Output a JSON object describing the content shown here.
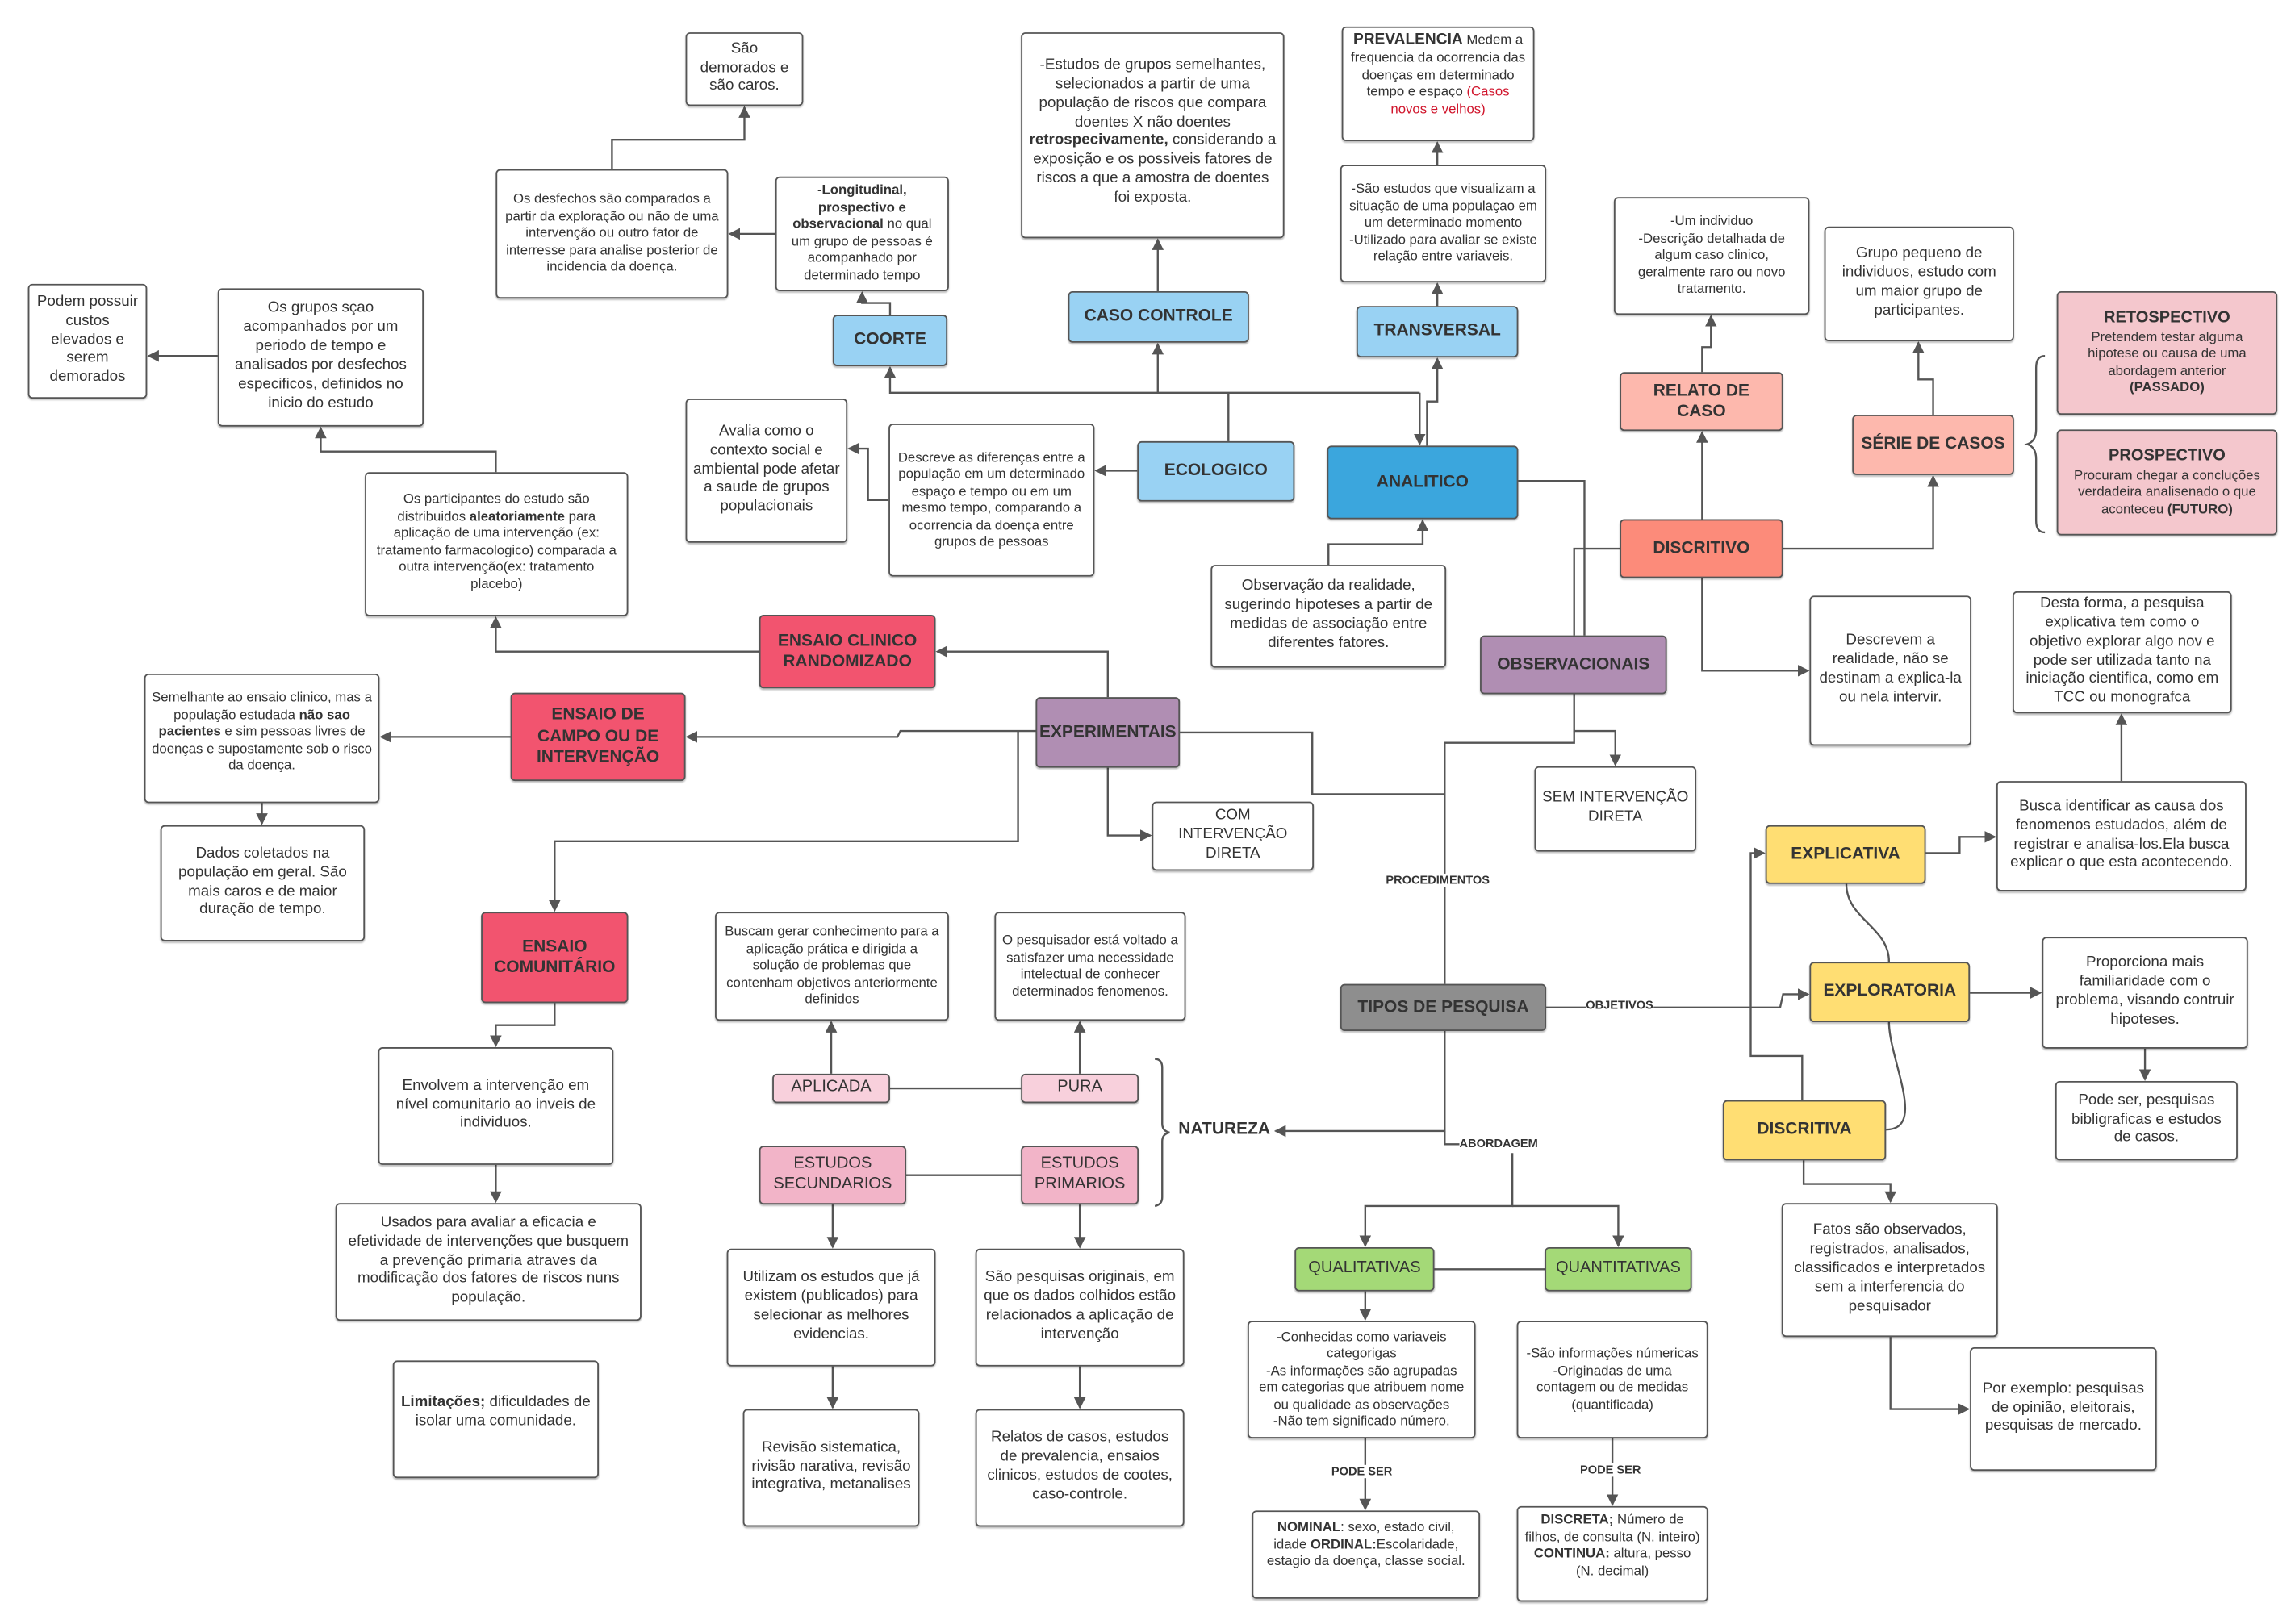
{
  "colors": {
    "analitico": "#3ba6dd",
    "coorte": "#99d2f3",
    "discritivo": "#fc8b7a",
    "experimentais": "#b08eb3",
    "ensaio": "#f2546f",
    "objetivos": "#ffde73",
    "abordagem": "#a4d977",
    "tipos": "#8e8e8e"
  },
  "central": {
    "title": "TIPOS DE PESQUISA"
  },
  "labels": {
    "procedimentos": "PROCEDIMENTOS",
    "objetivos": "OBJETIVOS",
    "natureza": "NATUREZA",
    "abordagem": "ABORDAGEM",
    "pode_ser_1": "PODE SER",
    "pode_ser_2": "PODE SER"
  },
  "analitico": {
    "title": "ANALITICO",
    "observacao": "Observação da realidade, sugerindo hipoteses a partir de medidas de associação entre diferentes fatores.",
    "coorte": {
      "title": "COORTE",
      "desc_bold": "-Longitudinal, prospectivo e observacional",
      "desc_rest": " no qual um grupo de pessoas é acompanhado por determinado tempo",
      "desfechos": "Os desfechos são comparados a partir da exploração ou não de uma intervenção ou outro fator de interresse para analise posterior de incidencia da doença.",
      "demorados": "São demorados e são caros."
    },
    "caso_controle": {
      "title": "CASO CONTROLE",
      "desc_a": "-Estudos de grupos semelhantes, selecionados a partir de uma população de riscos que compara doentes X não doentes ",
      "desc_bold": "retrospecivamente,",
      "desc_b": " considerando a exposição e os possiveis fatores de riscos a que a amostra de doentes foi exposta."
    },
    "transversal": {
      "title": "TRANSVERSAL",
      "desc": "-São estudos que visualizam a situação de uma populaçao em um determinado momento\n-Utilizado para avaliar se existe relação entre variaveis.",
      "prev_bold": "PREVALENCIA",
      "prev_text": " Medem a frequencia da ocorrencia das doenças em determinado tempo e espaço ",
      "prev_red": "(Casos novos e velhos)"
    },
    "ecologico": {
      "title": "ECOLOGICO",
      "desc": "Descreve as diferenças entre a população em um determinado espaço e tempo ou em um mesmo tempo, comparando a ocorrencia da doença entre grupos de pessoas",
      "avalia": "Avalia como o contexto social e ambiental pode afetar a saude de grupos populacionais"
    }
  },
  "discritivo": {
    "title": "DISCRITIVO",
    "descrevem": "Descrevem a realidade, não se destinam a explica-la ou nela intervir.",
    "relato": {
      "title": "RELATO DE CASO",
      "desc": "-Um individuo\n-Descrição detalhada de algum caso clinico, geralmente raro ou novo tratamento."
    },
    "serie": {
      "title": "SÉRIE DE CASOS",
      "desc": "Grupo pequeno de individuos, estudo com um maior grupo de participantes."
    },
    "retrospectivo": {
      "title": "RETOSPECTIVO",
      "desc": "Pretendem testar alguma hipotese ou causa de uma abordagem anterior",
      "tag": "(PASSADO)"
    },
    "prospectivo": {
      "title": "PROSPECTIVO",
      "desc": "Procuram chegar a concluções verdadeira analisenado o que aconteceu ",
      "tag": "(FUTURO)"
    }
  },
  "observacionais": {
    "title": "OBSERVACIONAIS",
    "sem": "SEM INTERVENÇÃO DIRETA"
  },
  "experimentais": {
    "title": "EXPERIMENTAIS",
    "com": "COM INTERVENÇÃO DIRETA",
    "ensaio_clinico": {
      "title": "ENSAIO CLINICO RANDOMIZADO",
      "desc_a": "Os participantes do estudo são distribuidos ",
      "desc_bold": "aleatoriamente",
      "desc_b": " para aplicação de uma intervenção (ex: tratamento farmacologico) comparada a outra intervenção(ex: tratamento placebo)",
      "grupos": "Os grupos sçao acompanhados por um periodo de tempo e analisados por desfechos especificos, definidos no inicio do estudo",
      "custos": "Podem possuir custos elevados e serem demorados"
    },
    "ensaio_campo": {
      "title": "ENSAIO DE CAMPO OU DE INTERVENÇÃO",
      "desc_a": "Semelhante ao ensaio clinico, mas a população estudada ",
      "desc_bold": "não sao pacientes",
      "desc_b": " e sim pessoas livres de doenças e  supostamente sob o risco da doença.",
      "dados": "Dados coletados na população em geral. São mais caros  e de maior duração de tempo."
    },
    "ensaio_comunitario": {
      "title": "ENSAIO COMUNITÁRIO",
      "envolvem": "Envolvem a intervenção em nível comunitario ao inveis de individuos.",
      "usados": "Usados para avaliar a eficacia e efetividade de intervenções que busquem a prevenção primaria atraves da modificação dos fatores de riscos nuns população.",
      "lim_bold": "Limitações;",
      "lim_text": " dificuldades de isolar uma comunidade."
    }
  },
  "natureza": {
    "aplicada": {
      "title": "APLICADA",
      "desc": "Buscam gerar conhecimento para a aplicação prática e dirigida a solução de problemas que contenham objetivos anteriormente definidos"
    },
    "pura": {
      "title": "PURA",
      "desc": "O pesquisador está voltado a satisfazer  uma necessidade intelectual de conhecer determinados fenomenos."
    },
    "secundarios": {
      "title": "ESTUDOS SECUNDARIOS",
      "desc": "Utilizam  os estudos que já existem (publicados) para selecionar as melhores evidencias.",
      "ex": "Revisão sistematica, rivisão narativa, revisão integrativa, metanalises"
    },
    "primarios": {
      "title": "ESTUDOS PRIMARIOS",
      "desc": "São pesquisas originais, em que os dados colhidos estão relacionados a aplicação de intervenção",
      "ex": "Relatos de casos, estudos de prevalencia, ensaios clinicos, estudos de cootes, caso-controle."
    }
  },
  "abordagem": {
    "qualitativas": {
      "title": "QUALITATIVAS",
      "desc": "-Conhecidas como variaveis categorigas\n-As informações são agrupadas em categorias que atribuem nome ou qualidade as observações\n-Não tem significado número.",
      "nom_bold": "NOMINAL",
      "nom_text": ": sexo, estado civil, idade ",
      "ord_bold": "ORDINAL:",
      "ord_text": "Escolaridade, estagio da doença, classe social."
    },
    "quantitativas": {
      "title": "QUANTITATIVAS",
      "desc": "-São informações númericas\n-Originadas de uma contagem ou de medidas (quantificada)",
      "disc_bold": "DISCRETA;",
      "disc_text": " Número de filhos, de consulta (N. inteiro)",
      "cont_bold": "CONTINUA:",
      "cont_text": " altura, pesso (N. decimal)"
    }
  },
  "objetivos": {
    "explicativa": {
      "title": "EXPLICATIVA",
      "desc": "Busca identificar as causa dos fenomenos estudados, além de registrar e analisa-los.Ela busca explicar o que esta acontecendo.",
      "desta": "Desta forma, a pesquisa explicativa tem como o objetivo explorar algo nov e pode ser utilizada tanto na iniciação cientifica, como em TCC ou monografca"
    },
    "exploratoria": {
      "title": "EXPLORATORIA",
      "desc": "Proporciona mais familiaridade com o problema, visando contruir hipoteses.",
      "pode": "Pode ser, pesquisas bibligraficas e estudos de casos."
    },
    "discritiva": {
      "title": "DISCRITIVA",
      "desc": "Fatos são observados, registrados, analisados, classificados e interpretados sem a interferencia do pesquisador",
      "exemplo": "Por exemplo: pesquisas de opinião, eleitorais, pesquisas de mercado."
    }
  }
}
